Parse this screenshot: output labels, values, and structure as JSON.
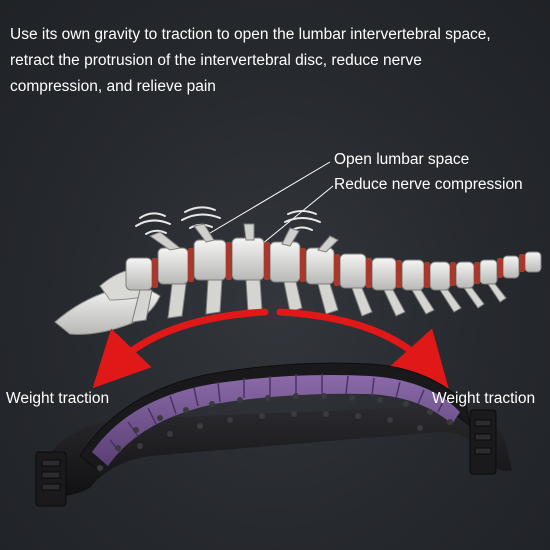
{
  "headline": {
    "line1": "Use its own gravity to traction to open the lumbar intervertebral space,",
    "line2": "retract the protrusion of the intervertebral disc, reduce nerve",
    "line3": "compression, and relieve pain"
  },
  "callouts": {
    "open_lumbar": "Open lumbar space",
    "reduce_nerve": "Reduce nerve compression"
  },
  "labels": {
    "weight_left": "Weight traction",
    "weight_right": "Weight traction"
  },
  "colors": {
    "background": "#25282d",
    "text": "#ffffff",
    "arrow": "#e01818",
    "pad": "#6e4f8c",
    "frame": "#1c1c1f",
    "disc": "#a8382c",
    "bone": "#e6e6e3"
  },
  "icons": [
    "spine-illustration",
    "vibration-waves-icon",
    "red-curved-arrow-icon",
    "back-stretcher-device"
  ]
}
